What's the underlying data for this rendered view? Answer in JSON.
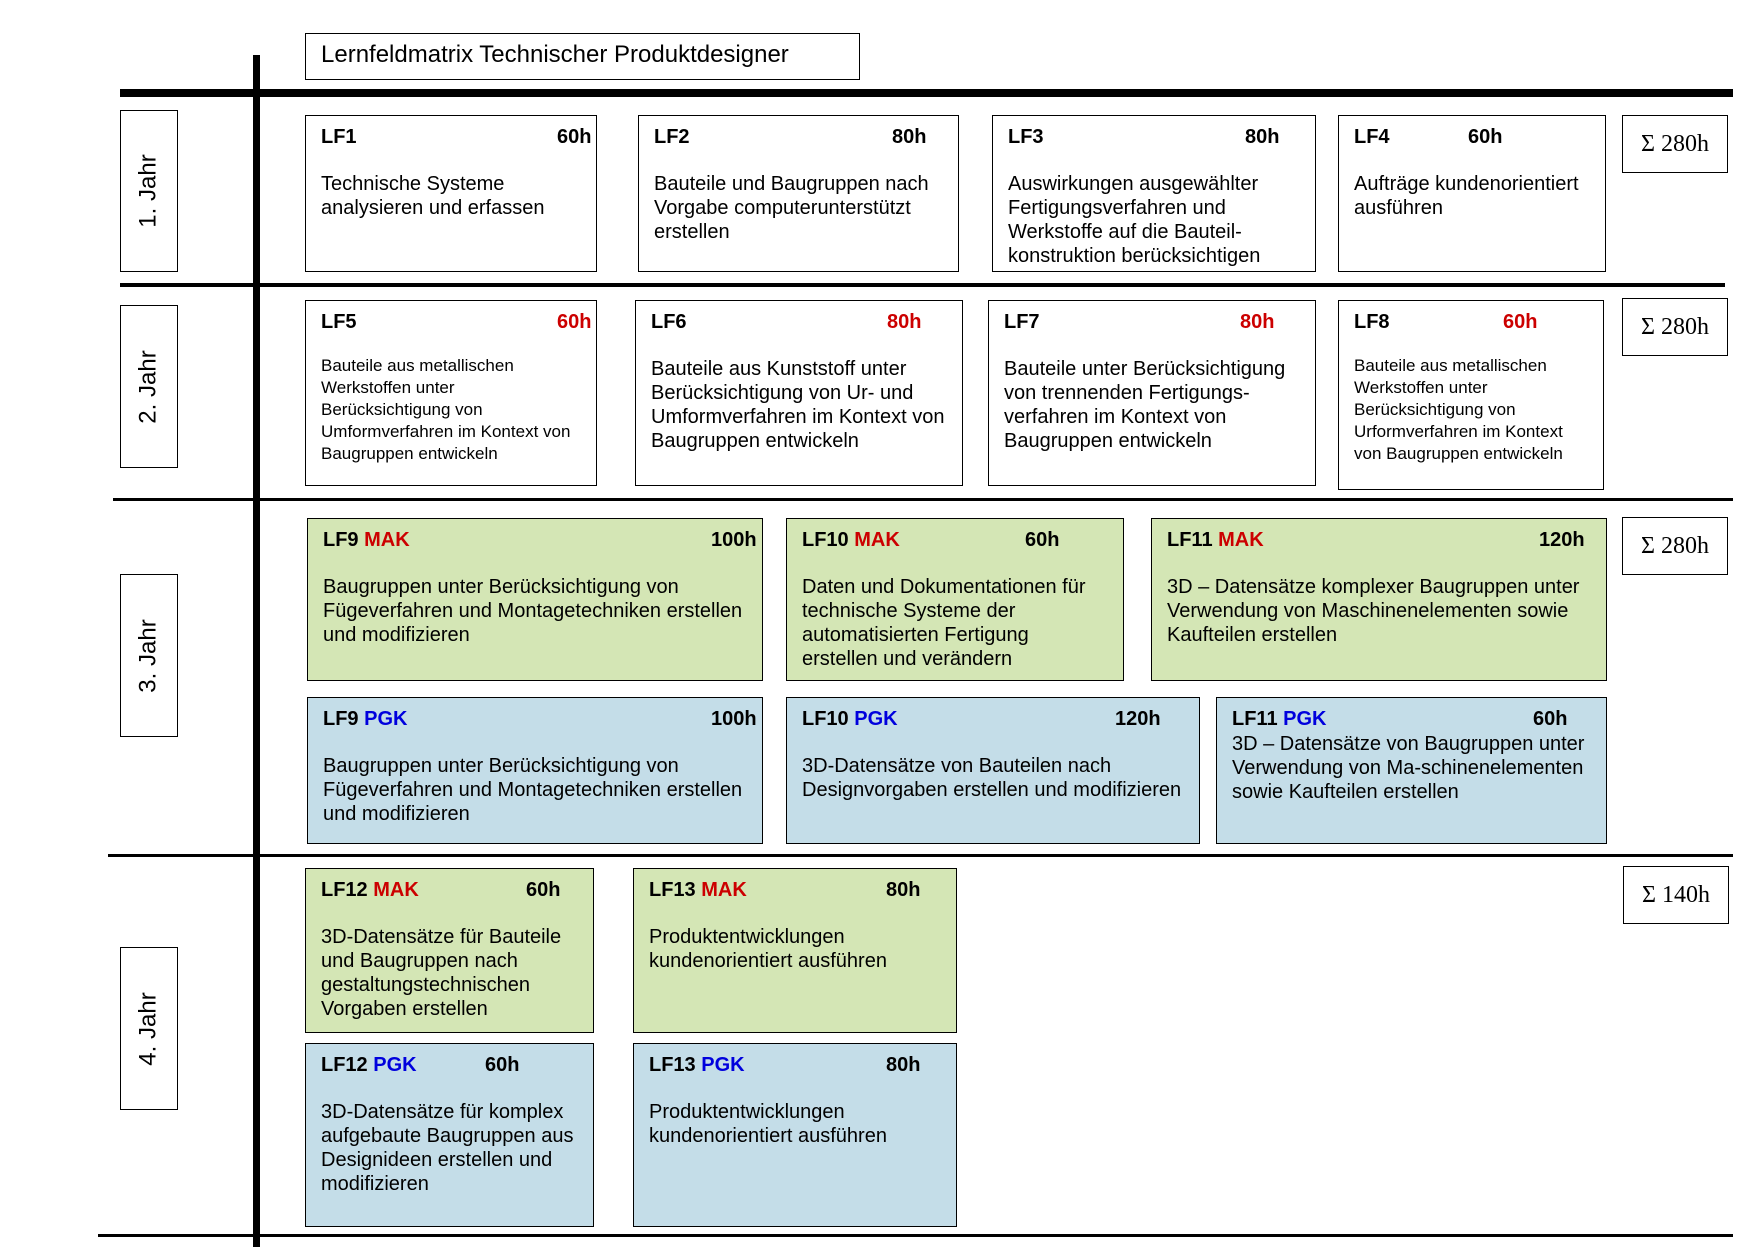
{
  "title": "Lernfeldmatrix Technischer Produktdesigner",
  "years": [
    "1.  Jahr",
    "2.  Jahr",
    "3.  Jahr",
    "4.  Jahr"
  ],
  "sums": [
    "Σ 280h",
    "Σ 280h",
    "Σ 280h",
    "Σ 140h"
  ],
  "colors": {
    "mak_fill": "#d4e6b5",
    "pgk_fill": "#c4dde8",
    "mak_tag": "#cc0000",
    "pgk_tag": "#0000dd",
    "hours_highlight": "#cc0000"
  },
  "lf": {
    "lf1": {
      "code": "LF1",
      "hours": "60h",
      "desc": "Technische Systeme analysieren und erfassen"
    },
    "lf2": {
      "code": "LF2",
      "hours": "80h",
      "desc": "Bauteile und Baugruppen nach Vorgabe computerunterstützt erstellen"
    },
    "lf3": {
      "code": "LF3",
      "hours": "80h",
      "desc": "Auswirkungen ausgewählter Fertigungsverfahren und Werkstoffe auf die Bauteil-konstruktion berücksichtigen"
    },
    "lf4": {
      "code": "LF4",
      "hours": "60h",
      "desc": "Aufträge kundenorientiert ausführen"
    },
    "lf5": {
      "code": "LF5",
      "hours": "60h",
      "desc": "Bauteile aus metallischen Werkstoffen unter Berücksichtigung von Umformverfahren im Kontext von Baugruppen entwickeln"
    },
    "lf6": {
      "code": "LF6",
      "hours": "80h",
      "desc": "Bauteile aus Kunststoff unter Berücksichtigung von Ur- und Umformverfahren im Kontext von Baugruppen entwickeln"
    },
    "lf7": {
      "code": "LF7",
      "hours": "80h",
      "desc": "Bauteile unter Berücksichtigung von trennenden Fertigungs-verfahren im Kontext von Baugruppen entwickeln"
    },
    "lf8": {
      "code": "LF8",
      "hours": "60h",
      "desc": "Bauteile aus metallischen Werkstoffen unter Berücksichtigung von Urformverfahren im Kontext von Baugruppen entwickeln"
    },
    "lf9_mak": {
      "code": "LF9",
      "tag": "MAK",
      "hours": "100h",
      "desc": "Baugruppen unter Berücksichtigung von Fügeverfahren und Montagetechniken erstellen und modifizieren"
    },
    "lf10_mak": {
      "code": "LF10",
      "tag": "MAK",
      "hours": "60h",
      "desc": "Daten und Dokumentationen für technische Systeme der automatisierten Fertigung erstellen und verändern"
    },
    "lf11_mak": {
      "code": "LF11",
      "tag": "MAK",
      "hours": "120h",
      "desc": "3D – Datensätze komplexer Baugruppen unter Verwendung von Maschinenelementen sowie Kaufteilen erstellen"
    },
    "lf9_pgk": {
      "code": "LF9",
      "tag": "PGK",
      "hours": "100h",
      "desc": "Baugruppen unter Berücksichtigung von Fügeverfahren und Montagetechniken erstellen und modifizieren"
    },
    "lf10_pgk": {
      "code": "LF10",
      "tag": "PGK",
      "hours": "120h",
      "desc": "3D-Datensätze von Bauteilen nach Designvorgaben erstellen und modifizieren"
    },
    "lf11_pgk": {
      "code": "LF11",
      "tag": "PGK",
      "hours": "60h",
      "desc": "3D – Datensätze von Baugruppen unter Verwendung von Ma-schinenelementen sowie Kaufteilen erstellen"
    },
    "lf12_mak": {
      "code": "LF12",
      "tag": "MAK",
      "hours": "60h",
      "desc": "3D-Datensätze für Bauteile und Baugruppen nach gestaltungstechnischen Vorgaben erstellen"
    },
    "lf13_mak": {
      "code": "LF13",
      "tag": "MAK",
      "hours": "80h",
      "desc": "Produktentwicklungen kundenorientiert ausführen"
    },
    "lf12_pgk": {
      "code": "LF12",
      "tag": "PGK",
      "hours": "60h",
      "desc": "3D-Datensätze für komplex aufgebaute Baugruppen aus Designideen erstellen und modifizieren"
    },
    "lf13_pgk": {
      "code": "LF13",
      "tag": "PGK",
      "hours": "80h",
      "desc": "Produktentwicklungen kundenorientiert ausführen"
    }
  }
}
